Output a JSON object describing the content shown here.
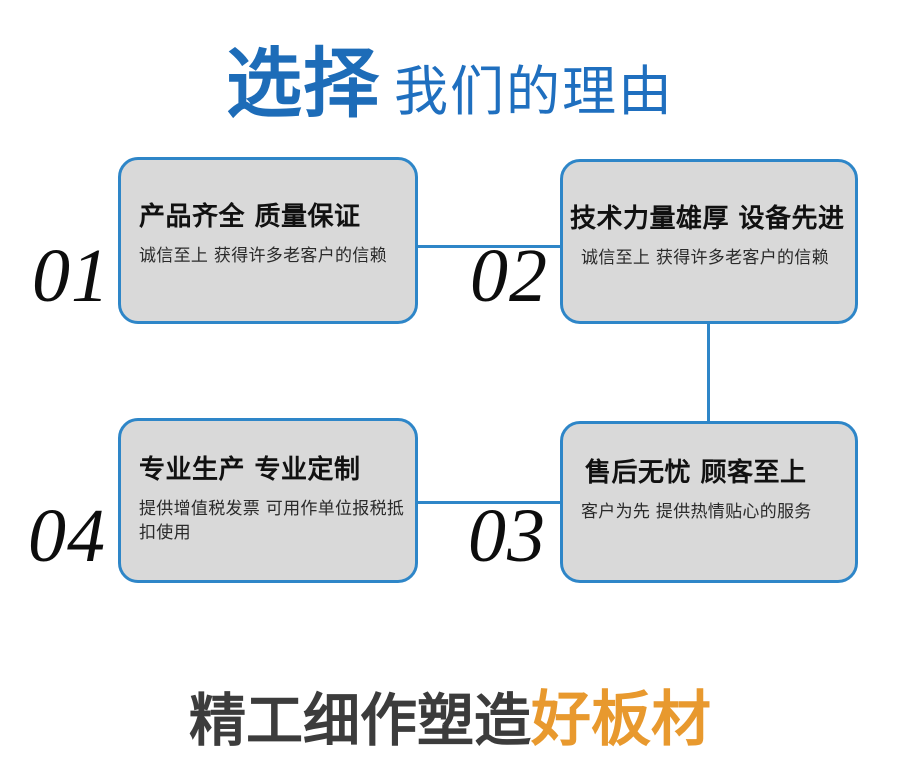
{
  "header": {
    "strong_text": "选择",
    "light_text": "我们的理由"
  },
  "cards": [
    {
      "number": "01",
      "title": "产品齐全 质量保证",
      "body": "诚信至上 获得许多老客户的信赖"
    },
    {
      "number": "02",
      "title": "技术力量雄厚 设备先进",
      "body": "诚信至上 获得许多老客户的信赖"
    },
    {
      "number": "03",
      "title": "售后无忧 顾客至上",
      "body": "客户为先 提供热情贴心的服务"
    },
    {
      "number": "04",
      "title": "专业生产 专业定制",
      "body": "提供增值税发票 可用作单位报税抵扣使用"
    }
  ],
  "footer": {
    "dark_text": "精工细作塑造",
    "accent_text": "好板材"
  },
  "colors": {
    "header_strong_blue": "#1d6cb8",
    "header_light_blue": "#1f6fbf",
    "card_border_blue": "#2e86c8",
    "card_fill_gray": "#d9d9d9",
    "connector_blue": "#2e86c8",
    "number_black": "#0d0d0d",
    "footer_dark": "#3c3c3c",
    "footer_accent_orange": "#e8992e"
  }
}
